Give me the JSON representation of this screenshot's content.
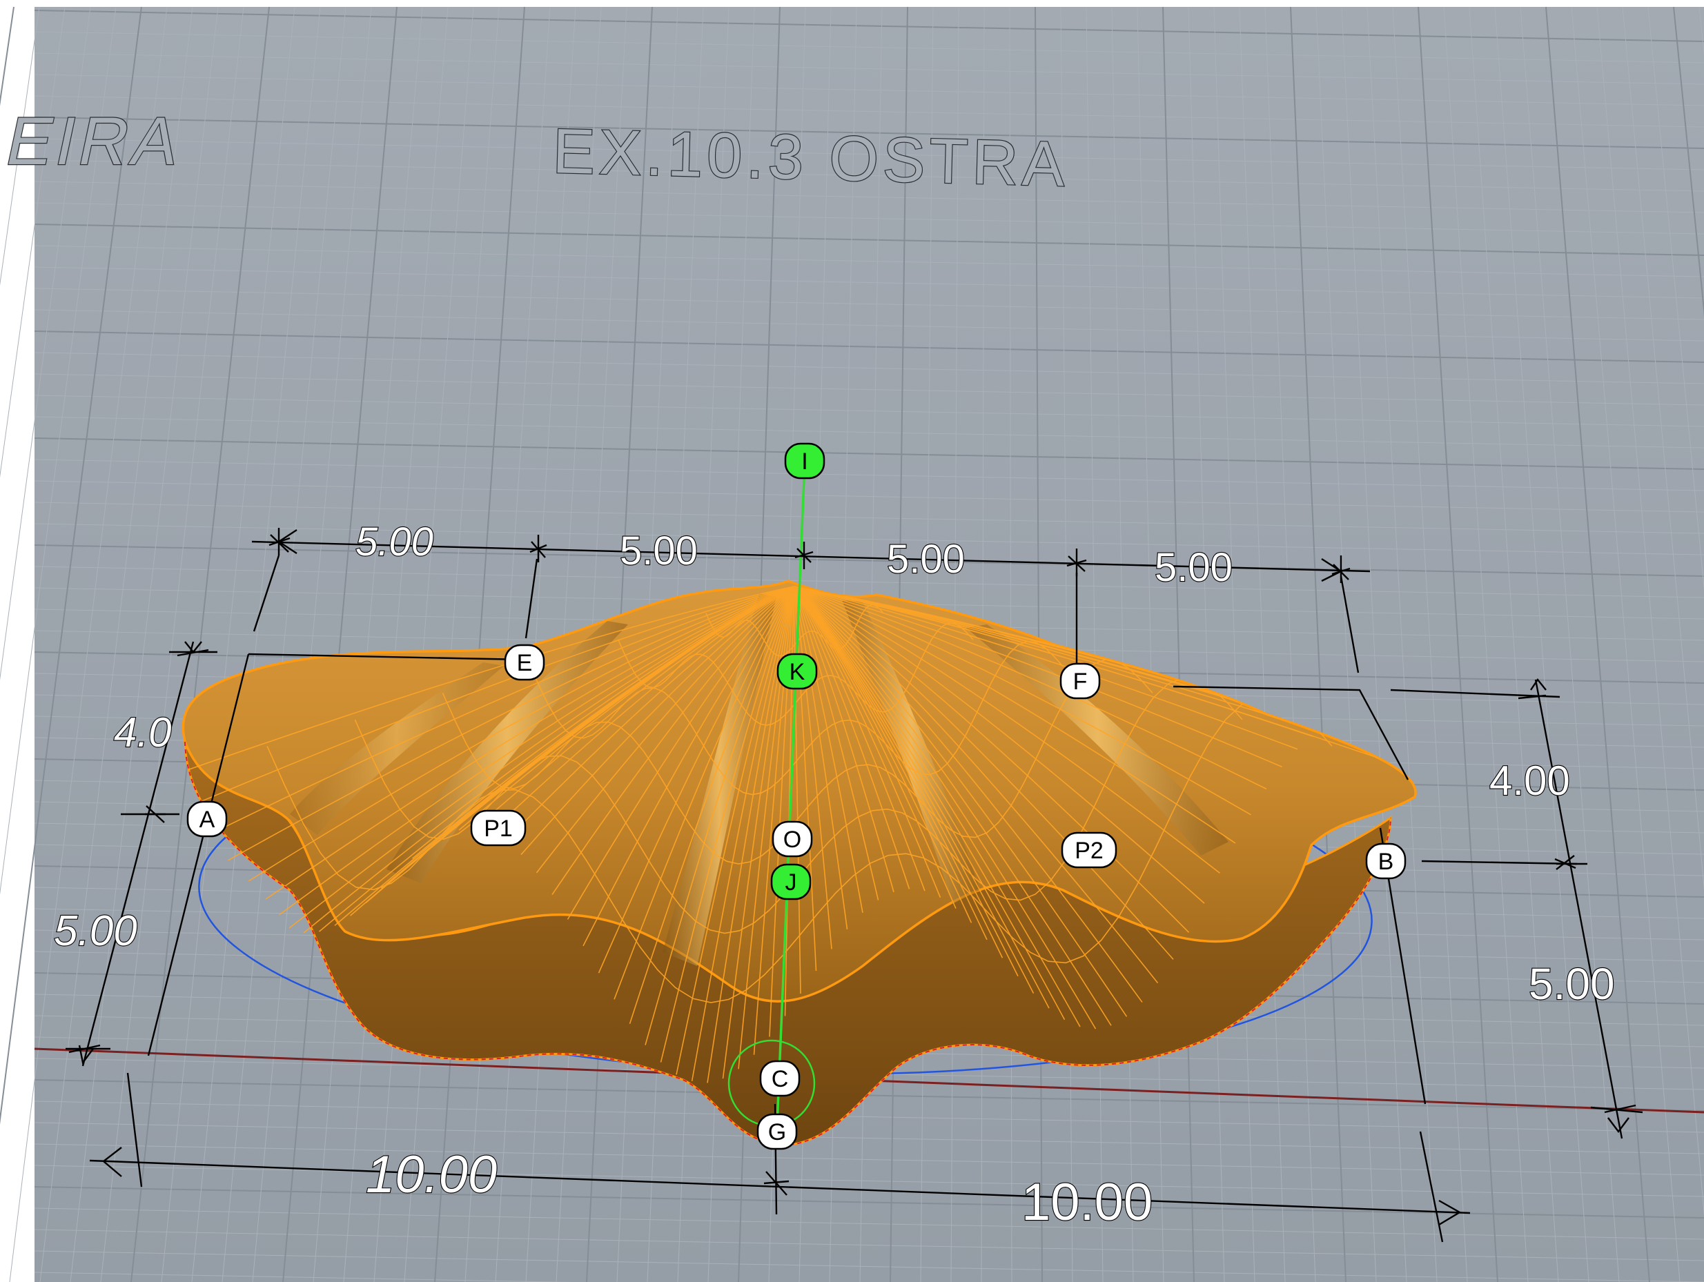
{
  "viewport": {
    "title_left": "EIRA",
    "title_main": "EX.10.3 OSTRA",
    "colors": {
      "background": "#9ba3ab",
      "grid_minor": "#aab1b8",
      "grid_major": "#858d96",
      "surface": "#c88a2a",
      "surface_edge": "#ff9a10",
      "axis_green": "#33dd33",
      "axis_red": "#7a2020",
      "circle_blue": "#2255dd"
    }
  },
  "dimensions": {
    "top": [
      "5.00",
      "5.00",
      "5.00",
      "5.00"
    ],
    "left_upper": "4.0",
    "left_lower": "5.00",
    "right_upper": "4.00",
    "right_lower": "5.00",
    "bottom_left": "10.00",
    "bottom_right": "10.00"
  },
  "points": {
    "I": "I",
    "K": "K",
    "J": "J",
    "E": "E",
    "F": "F",
    "A": "A",
    "B": "B",
    "P1": "P1",
    "P2": "P2",
    "O": "O",
    "C": "C",
    "G": "G"
  }
}
